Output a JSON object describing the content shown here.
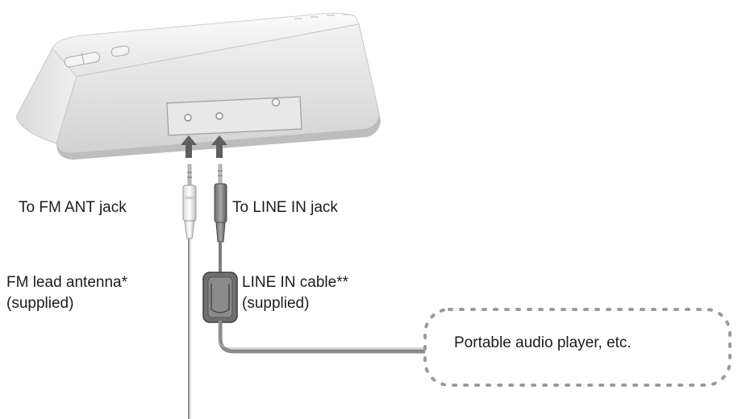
{
  "labels": {
    "fm_jack": "To FM ANT jack",
    "line_jack": "To LINE IN jack",
    "fm_antenna": "FM lead antenna*",
    "fm_supplied": "(supplied)",
    "line_cable": "LINE IN cable**",
    "line_supplied": "(supplied)",
    "player": "Portable audio player, etc."
  },
  "colors": {
    "device_body": "#ececec",
    "device_shadow": "#c9c9c9",
    "arrow": "#5f5f5f",
    "cable": "#8a8a8a",
    "dotted_border": "#9a9a9a"
  }
}
